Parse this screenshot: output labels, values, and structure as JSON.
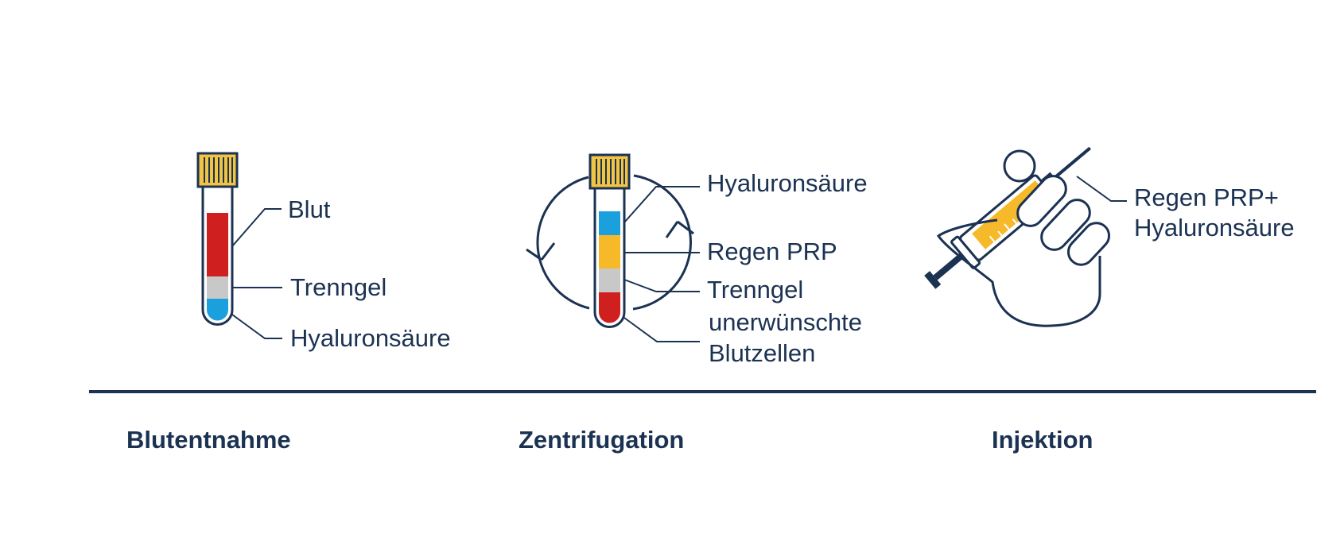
{
  "colors": {
    "ink": "#1b3252",
    "blood": "#d01f1f",
    "gel": "#c8c8c8",
    "hyaluronic": "#1aa0dc",
    "prp": "#f6b92a",
    "cap": "#f1c443",
    "background": "#ffffff"
  },
  "stage1": {
    "step_label": "Blutentnahme",
    "label_blood": "Blut",
    "label_gel": "Trenngel",
    "label_hyaluronic": "Hyaluronsäure"
  },
  "stage2": {
    "step_label": "Zentrifugation",
    "label_hyaluronic": "Hyaluronsäure",
    "label_prp": "Regen PRP",
    "label_gel": "Trenngel",
    "label_cells_line1": "unerwünschte",
    "label_cells_line2": "Blutzellen"
  },
  "stage3": {
    "step_label": "Injektion",
    "label_line1": "Regen PRP+",
    "label_line2": "Hyaluronsäure"
  },
  "icons": [
    "test-tube-icon",
    "centrifuge-rotation-icon",
    "hand-syringe-icon"
  ]
}
